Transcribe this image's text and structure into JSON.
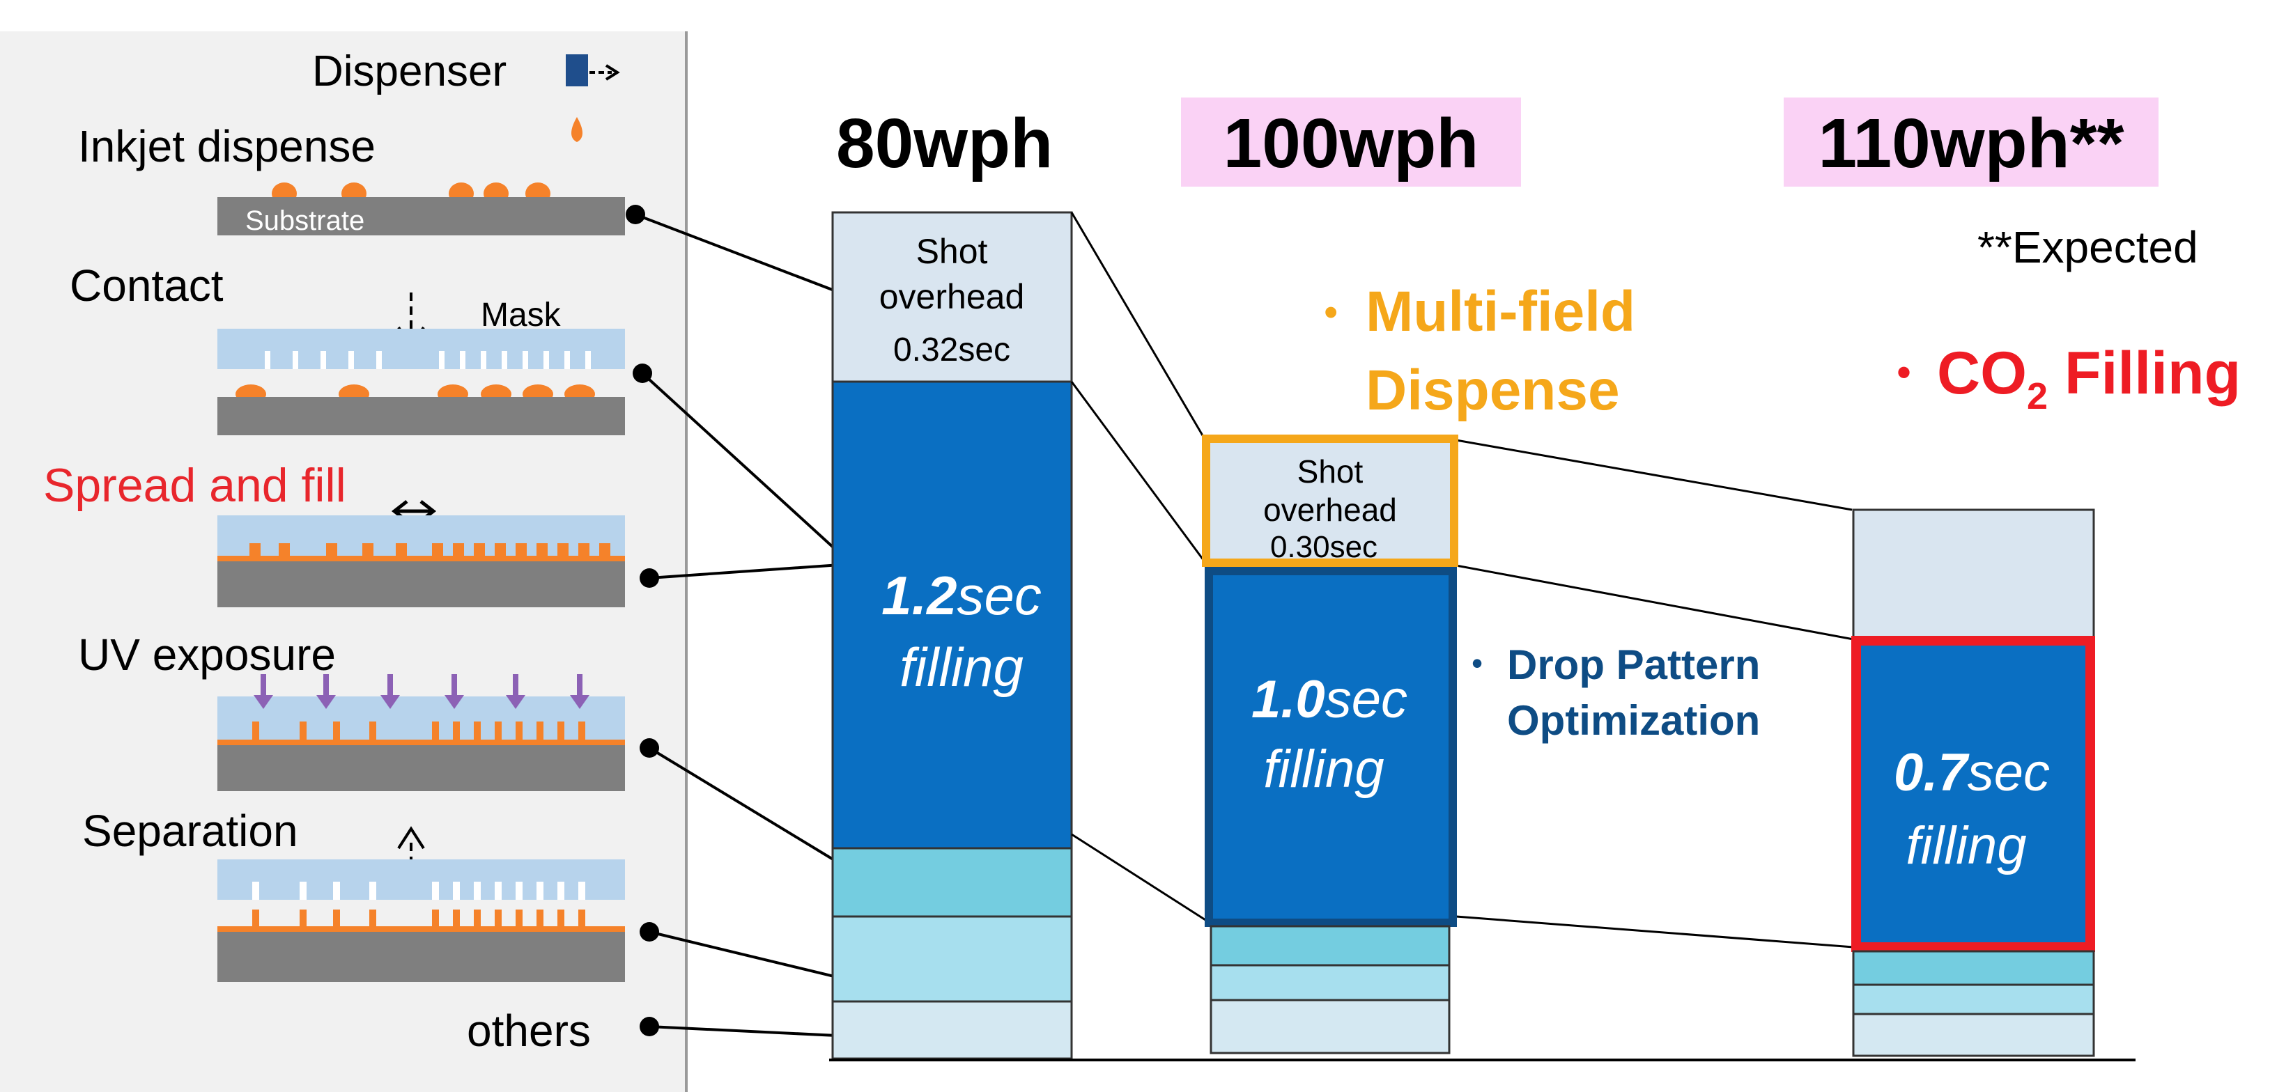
{
  "left_panel": {
    "dispenser_label": "Dispenser",
    "dispenser_arrow": "->",
    "steps": [
      {
        "label": "Inkjet dispense",
        "sub_label": "Substrate"
      },
      {
        "label": "Contact",
        "sub_label": "Mask"
      },
      {
        "label": "Spread and fill"
      },
      {
        "label": "UV exposure"
      },
      {
        "label": "Separation"
      },
      {
        "label": "others"
      }
    ]
  },
  "columns": [
    {
      "title": "80wph",
      "overhead_text": [
        "Shot",
        "overhead",
        "0.32sec"
      ],
      "filling_value": "1.2",
      "filling_unit": "sec",
      "filling_word": "filling"
    },
    {
      "title": "100wph",
      "overhead_text": [
        "Shot",
        "overhead",
        "0.30sec"
      ],
      "filling_value": "1.0",
      "filling_unit": "sec",
      "filling_word": "filling",
      "annotations": [
        {
          "bullet": "•",
          "lines": [
            "Multi-field",
            "Dispense"
          ]
        },
        {
          "bullet": "•",
          "lines": [
            "Drop Pattern",
            "Optimization"
          ]
        }
      ]
    },
    {
      "title": "110wph**",
      "note": "**Expected",
      "filling_value": "0.7",
      "filling_unit": "sec",
      "filling_word": "filling",
      "annotations": [
        {
          "bullet": "•",
          "prefix": "CO",
          "subscript": "2",
          "suffix": " Filling"
        }
      ]
    }
  ],
  "colors": {
    "panel_bg": "#f1f1f1",
    "overhead_fill": "#d9e5f0",
    "filling_fill": "#0a6fc2",
    "uv_fill": "#74cde0",
    "separation_fill": "#a7dfee",
    "others_fill": "#d4e8f2",
    "substrate": "#7f7f7f",
    "mask": "#b7d3ec",
    "resist": "#f5822a",
    "uv_arrow": "#8c61b5",
    "highlight_pink": "#fad2f5",
    "orange_text": "#f5a71a",
    "navy_text": "#0e4c84",
    "red_text": "#ee1c24",
    "spread_label": "#e8262c"
  }
}
